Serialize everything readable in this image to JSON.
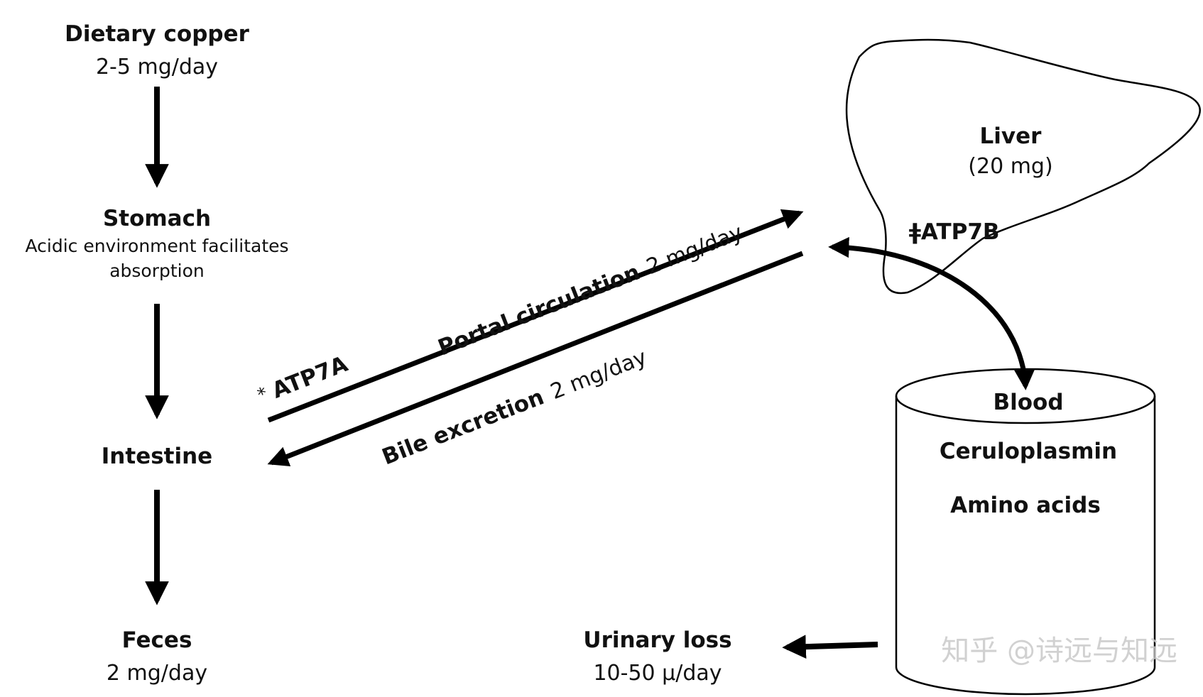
{
  "nodes": {
    "dietary": {
      "title": "Dietary copper",
      "value": "2-5 mg/day"
    },
    "stomach": {
      "title": "Stomach",
      "desc_line1": "Acidic environment facilitates",
      "desc_line2": "absorption"
    },
    "intestine": {
      "title": "Intestine"
    },
    "feces": {
      "title": "Feces",
      "value": "2 mg/day"
    },
    "liver": {
      "title": "Liver",
      "value": "(20 mg)",
      "transporter": "ǂATP7B"
    },
    "blood": {
      "title": "Blood",
      "item1": "Ceruloplasmin",
      "item2": "Amino acids"
    },
    "urinary": {
      "title": "Urinary loss",
      "value": "10-50 µ/day"
    }
  },
  "flows": {
    "portal": {
      "label": "Portal circulation",
      "amount": "2 mg/day"
    },
    "bile": {
      "label": "Bile excretion",
      "amount": "2 mg/day"
    },
    "transporter": {
      "mark": "*",
      "label": "ATP7A"
    }
  },
  "watermark": "知乎 @诗远与知远"
}
